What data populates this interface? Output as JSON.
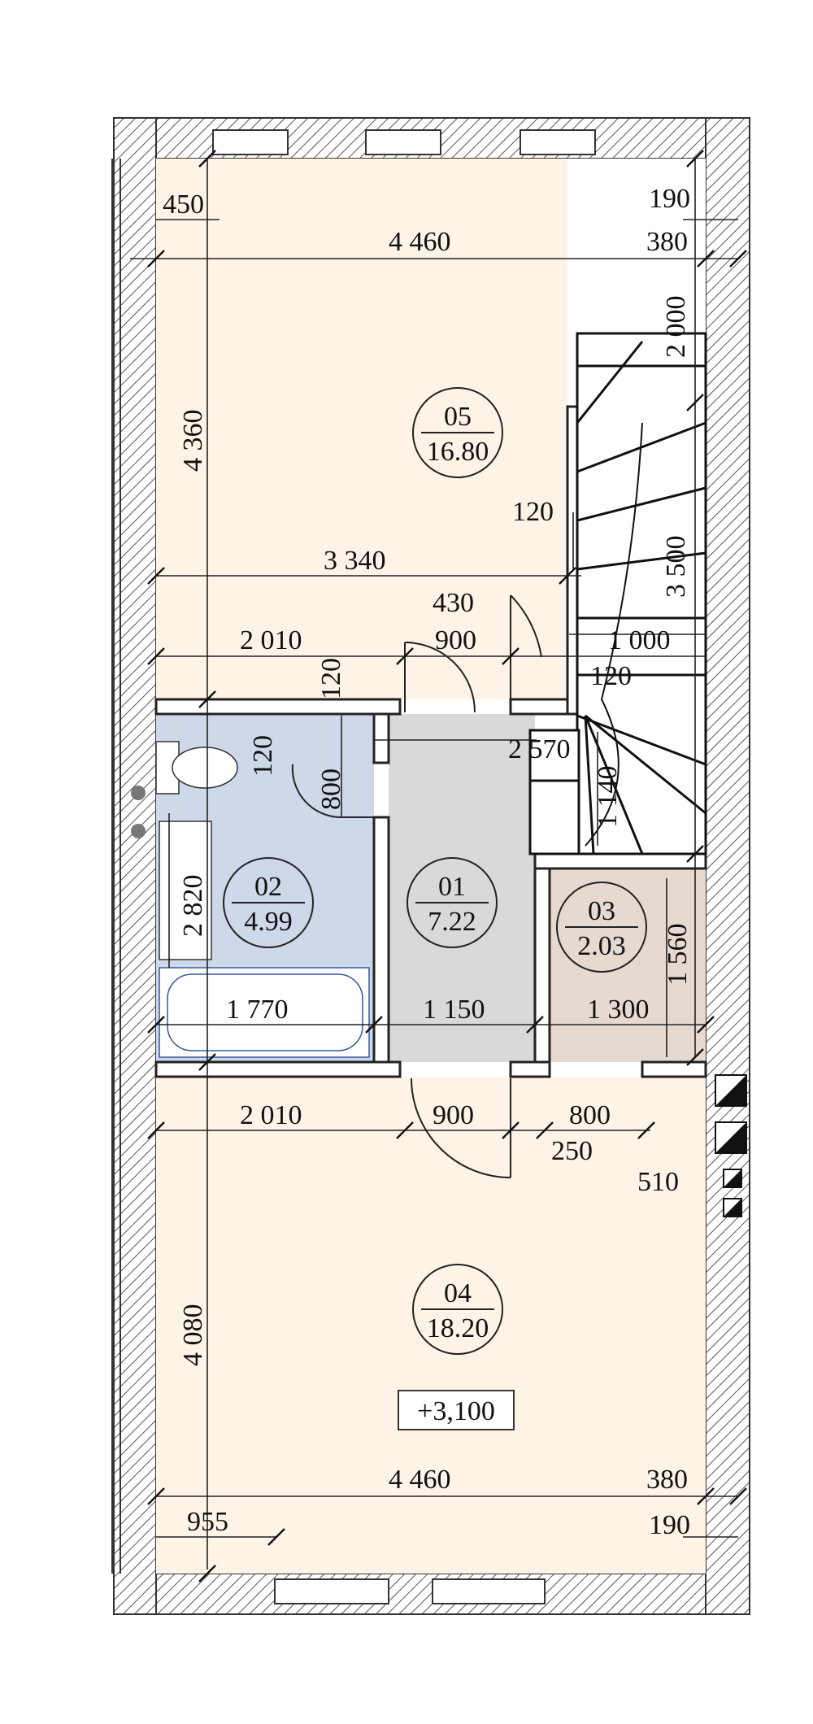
{
  "colors": {
    "room_living": "#fdf3e6",
    "room_bath": "#cdd8e8",
    "room_hall": "#d9d9d9",
    "room_storage": "#e6d9cf",
    "wall_hatch": "#555555",
    "line": "#222222"
  },
  "rooms": {
    "r05": {
      "number": "05",
      "area": "16.80"
    },
    "r02": {
      "number": "02",
      "area": "4.99"
    },
    "r01": {
      "number": "01",
      "area": "7.22"
    },
    "r03": {
      "number": "03",
      "area": "2.03"
    },
    "r04": {
      "number": "04",
      "area": "18.20"
    }
  },
  "elevation": "+3,100",
  "dimensions": {
    "d450": "450",
    "d190_top": "190",
    "d4460_top": "4 460",
    "d380_top": "380",
    "d2000": "2 000",
    "d4360": "4 360",
    "d120_stair": "120",
    "d3500": "3 500",
    "d3340": "3 340",
    "d430": "430",
    "d2010_top": "2 010",
    "d120_wall": "120",
    "d900_top": "900",
    "d1000": "1 000",
    "d120_step": "120",
    "d120_bath": "120",
    "d800_bath": "800",
    "d2570": "2 570",
    "d1140": "1 140",
    "d2820": "2 820",
    "d1560": "1 560",
    "d1770": "1 770",
    "d1150": "1 150",
    "d1300": "1 300",
    "d2010_bot": "2 010",
    "d900_bot": "900",
    "d800_bot": "800",
    "d250": "250",
    "d510": "510",
    "d4080": "4 080",
    "d4460_bot": "4 460",
    "d380_bot": "380",
    "d955": "955",
    "d190_bot": "190"
  }
}
